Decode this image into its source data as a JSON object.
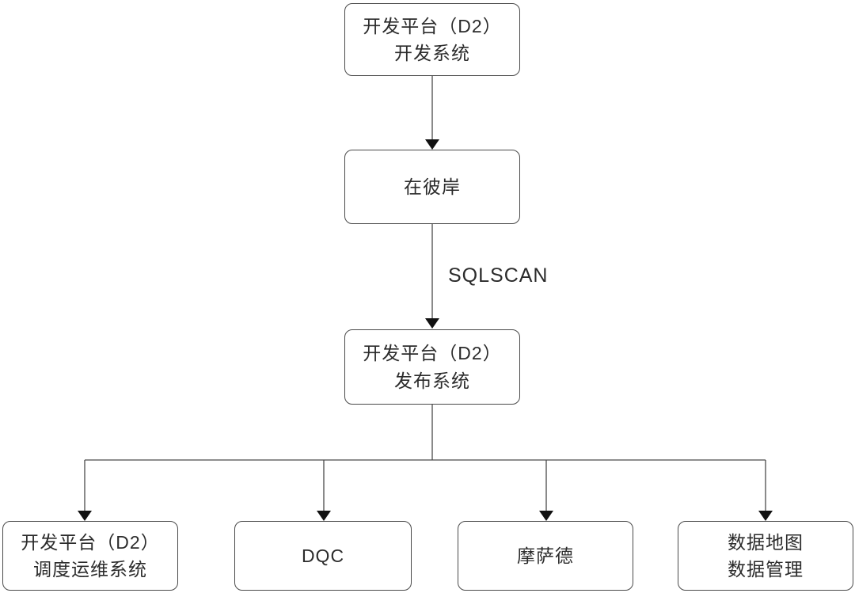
{
  "diagram": {
    "title": "",
    "colors": {
      "background": "#ffffff",
      "node_border": "#4a4a4a",
      "node_fill": "#ffffff",
      "text": "#2b2b2b",
      "line": "#4a4a4a",
      "arrowhead": "#111111"
    },
    "nodes": [
      {
        "id": "dev-platform-dev-system",
        "label": "开发平台（D2）\n开发系统"
      },
      {
        "id": "zai-bi-an",
        "label": "在彼岸"
      },
      {
        "id": "dev-platform-release-system",
        "label": "开发平台（D2）\n发布系统"
      },
      {
        "id": "dev-platform-scheduling-ops",
        "label": "开发平台（D2）\n调度运维系统"
      },
      {
        "id": "dqc",
        "label": "DQC"
      },
      {
        "id": "mo-sa-de",
        "label": "摩萨德"
      },
      {
        "id": "data-map-data-management",
        "label": "数据地图\n数据管理"
      }
    ],
    "edges": [
      {
        "from": "dev-platform-dev-system",
        "to": "zai-bi-an",
        "label": ""
      },
      {
        "from": "zai-bi-an",
        "to": "dev-platform-release-system",
        "label": "SQLSCAN"
      },
      {
        "from": "dev-platform-release-system",
        "to": "dev-platform-scheduling-ops",
        "label": ""
      },
      {
        "from": "dev-platform-release-system",
        "to": "dqc",
        "label": ""
      },
      {
        "from": "dev-platform-release-system",
        "to": "mo-sa-de",
        "label": ""
      },
      {
        "from": "dev-platform-release-system",
        "to": "data-map-data-management",
        "label": ""
      }
    ]
  }
}
